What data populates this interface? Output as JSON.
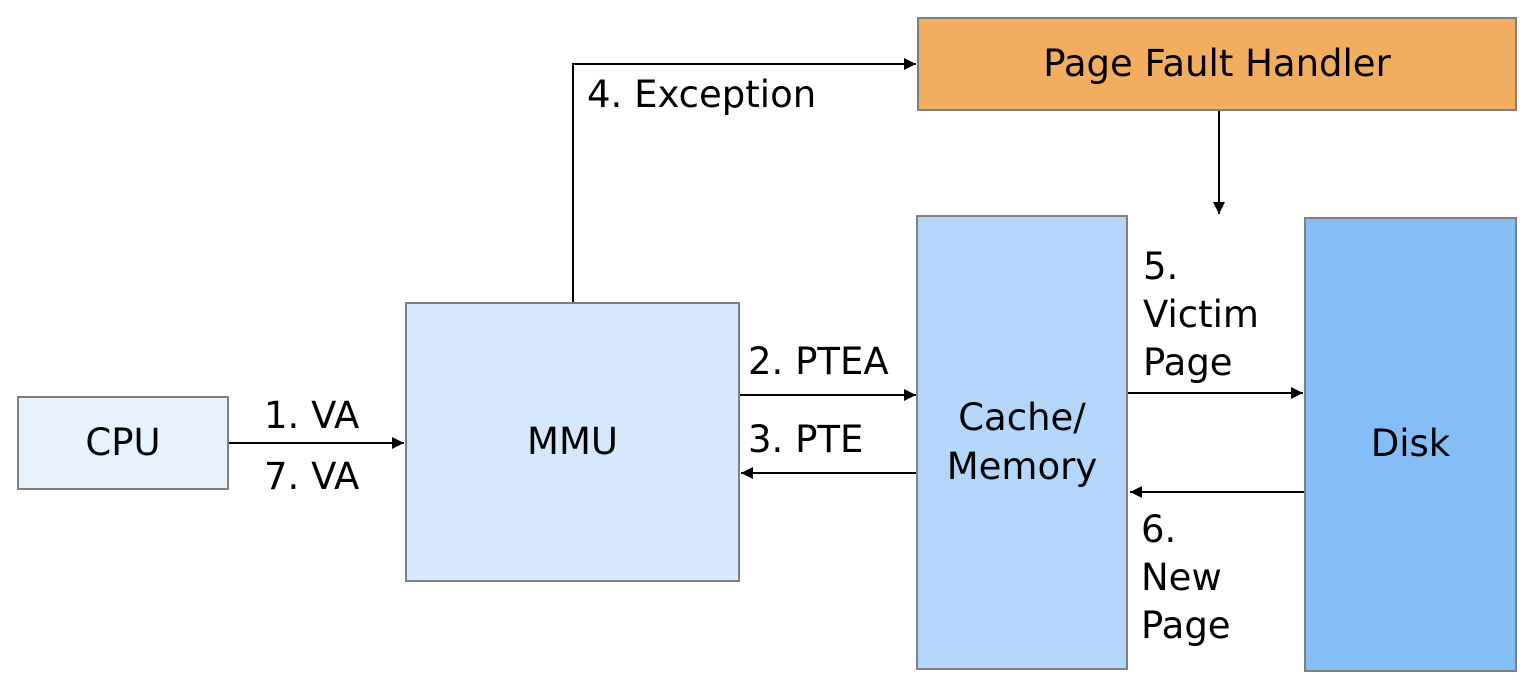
{
  "diagram": {
    "nodes": {
      "cpu": {
        "label": "CPU",
        "color": "#e8f2fd"
      },
      "mmu": {
        "label": "MMU",
        "color": "#d6e8fd"
      },
      "cache_memory": {
        "line1": "Cache/",
        "line2": "Memory",
        "color": "#b3d6fb"
      },
      "disk": {
        "label": "Disk",
        "color": "#85bdf7"
      },
      "page_fault_handler": {
        "label": "Page Fault Handler",
        "color": "#f3ad5e"
      }
    },
    "edges": {
      "va_1": "1. VA",
      "va_7": "7. VA",
      "ptea": "2. PTEA",
      "pte": "3. PTE",
      "exception": "4. Exception",
      "victim_page": {
        "line1": "5.",
        "line2": "Victim",
        "line3": "Page"
      },
      "new_page": {
        "line1": "6.",
        "line2": "New",
        "line3": "Page"
      }
    }
  }
}
